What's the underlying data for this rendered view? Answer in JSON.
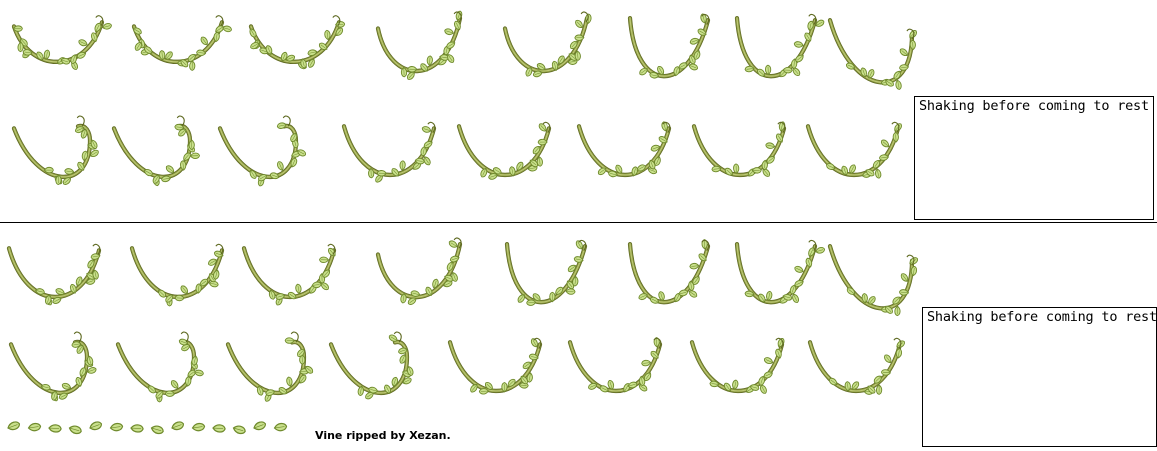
{
  "sheet": {
    "caption_top": "Shaking before coming to rest",
    "caption_bottom": "Shaking before coming to rest",
    "credit": "Vine ripped by Xezan."
  },
  "colors": {
    "vine_dark": "#5f6a22",
    "vine_mid": "#93a048",
    "vine_light": "#c2cd7a",
    "leaf_dark": "#6f8a2c",
    "leaf_light": "#c9e08c",
    "background": "#ffffff",
    "lines": "#000000"
  },
  "sprite_sheets": [
    {
      "name": "upper-sheet",
      "rows": [
        {
          "name": "row-1",
          "frames": [
            {
              "shape": "u",
              "leafy": 1.0
            },
            {
              "shape": "u",
              "leafy": 1.0
            },
            {
              "shape": "u",
              "leafy": 0.9
            },
            {
              "shape": "uw",
              "leafy": 0.7
            },
            {
              "shape": "uw",
              "leafy": 0.6
            },
            {
              "shape": "uh",
              "leafy": 0.5
            },
            {
              "shape": "uh",
              "leafy": 0.6
            },
            {
              "shape": "jr",
              "leafy": 0.5
            }
          ]
        },
        {
          "name": "row-2",
          "frames": [
            {
              "shape": "j",
              "leafy": 0.6
            },
            {
              "shape": "j",
              "leafy": 0.6
            },
            {
              "shape": "j",
              "leafy": 0.5
            },
            {
              "shape": "hk",
              "leafy": 0.5
            },
            {
              "shape": "hk",
              "leafy": 0.5
            },
            {
              "shape": "hk",
              "leafy": 0.5
            },
            {
              "shape": "hk",
              "leafy": 0.5
            },
            {
              "shape": "hk",
              "leafy": 0.5
            }
          ]
        },
        {
          "name": "rest-frames",
          "frames": [
            {
              "shape": "hk",
              "leafy": 0.5
            },
            {
              "shape": "hk",
              "leafy": 0.5
            }
          ]
        }
      ]
    },
    {
      "name": "lower-sheet",
      "rows": [
        {
          "name": "row-1",
          "frames": [
            {
              "shape": "hk",
              "leafy": 0.6
            },
            {
              "shape": "hk",
              "leafy": 0.6
            },
            {
              "shape": "hk",
              "leafy": 0.6
            },
            {
              "shape": "uw",
              "leafy": 0.5
            },
            {
              "shape": "uh",
              "leafy": 0.5
            },
            {
              "shape": "uh",
              "leafy": 0.5
            },
            {
              "shape": "uh",
              "leafy": 0.6
            },
            {
              "shape": "jr",
              "leafy": 0.5
            }
          ]
        },
        {
          "name": "row-2",
          "frames": [
            {
              "shape": "j",
              "leafy": 0.6
            },
            {
              "shape": "j",
              "leafy": 0.6
            },
            {
              "shape": "j",
              "leafy": 0.5
            },
            {
              "shape": "j",
              "leafy": 0.5
            },
            {
              "shape": "hk",
              "leafy": 0.5
            },
            {
              "shape": "hk",
              "leafy": 0.5
            },
            {
              "shape": "hk",
              "leafy": 0.5
            },
            {
              "shape": "hk",
              "leafy": 0.5
            }
          ]
        },
        {
          "name": "rest-frames",
          "frames": [
            {
              "shape": "hk",
              "leafy": 0.5
            },
            {
              "shape": "hk",
              "leafy": 0.5
            }
          ]
        }
      ]
    }
  ],
  "leaf_strip": {
    "count": 14
  }
}
